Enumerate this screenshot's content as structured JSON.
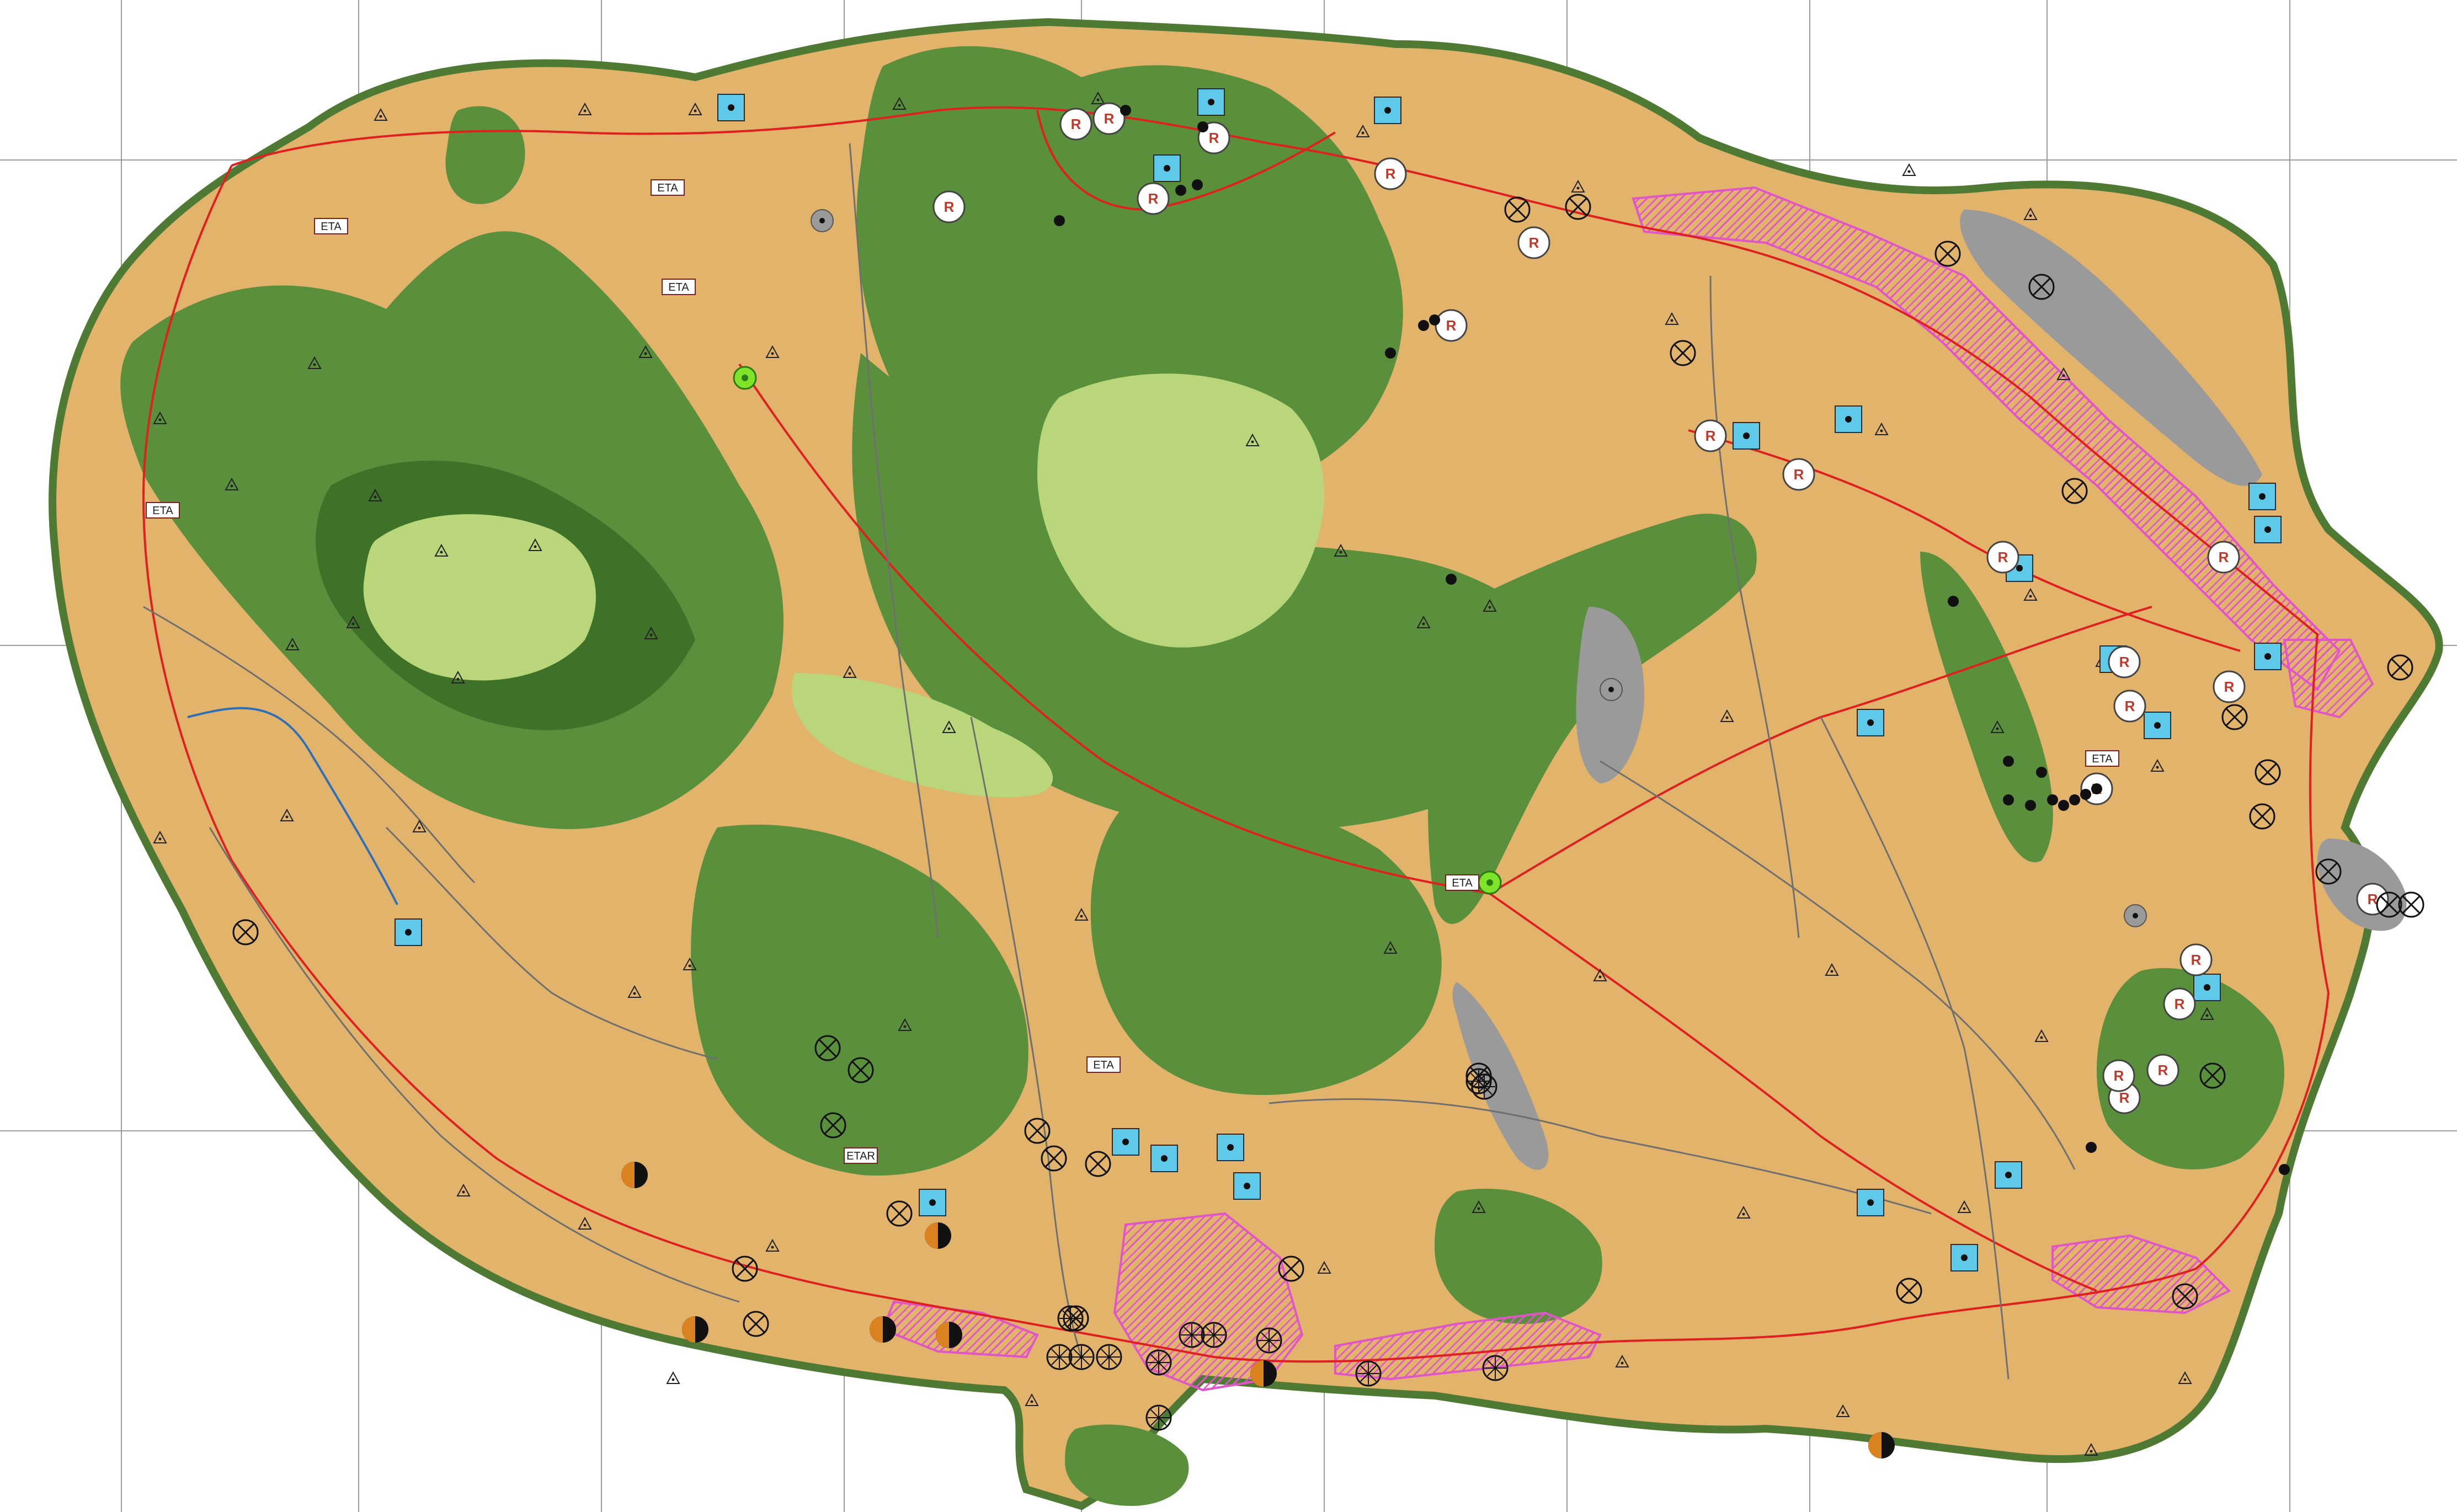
{
  "map": {
    "colors": {
      "background": "#ffffff",
      "grid": "#9a9a9a",
      "coast": "#4f7a34",
      "agriculture": "#e2b36b",
      "forest": "#5a8f3c",
      "forest_dark": "#3f7229",
      "pasture_light": "#b9d77a",
      "urban": "#e056c8",
      "industrial": "#9a9a9a",
      "road_main": "#e02020",
      "road_local": "#6f6f6f",
      "stream": "#2f6fb5",
      "water_symbol": "#5fc9ea",
      "highlight_green": "#7fe32a"
    },
    "label_R": "R",
    "label_ETA": "ETA",
    "label_ETAR": "ETAR",
    "symbols": {
      "water_square": "water-supply-square-icon",
      "reservoir_r": "reservoir-r-icon",
      "disposal_x": "crossed-circle-icon",
      "wind_wheel": "spoked-wheel-icon",
      "triangle": "geodetic-triangle-icon",
      "black_dot": "black-dot-icon",
      "gray_target": "gray-target-icon",
      "green_target": "green-target-icon",
      "half_circle": "orange-black-half-circle-icon",
      "eta_box": "eta-box-icon"
    }
  }
}
